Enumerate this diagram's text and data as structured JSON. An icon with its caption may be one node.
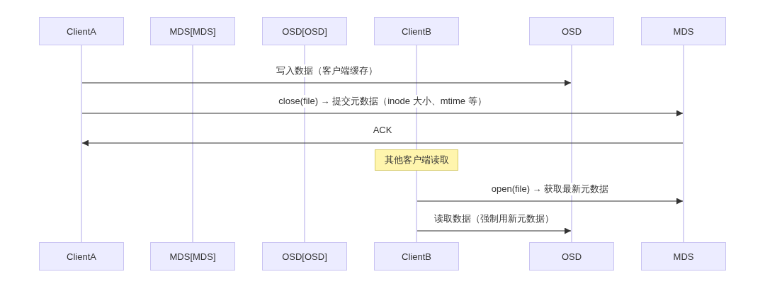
{
  "diagram": {
    "nodes": [
      {
        "text": [
          "ClientA"
        ]
      },
      {
        "text": [
          "MDS[MDS]"
        ]
      },
      {
        "text": [
          "OSD[OSD]"
        ]
      },
      {
        "text": [
          "ClientB"
        ]
      },
      {
        "text": [
          "OSD"
        ]
      },
      {
        "text": [
          "MDS"
        ]
      },
      {
        "text": [
          "ClientA"
        ]
      },
      {
        "text": [
          "MDS[MDS]"
        ]
      },
      {
        "text": [
          "OSD[OSD]"
        ]
      },
      {
        "text": [
          "ClientB"
        ]
      },
      {
        "text": [
          "OSD"
        ]
      },
      {
        "text": [
          "MDS"
        ]
      },
      {
        "text": [],
        "shape": "bar"
      },
      {
        "text": [],
        "shape": "bar"
      },
      {
        "text": [],
        "shape": "bar"
      },
      {
        "text": [],
        "shape": "bar"
      },
      {
        "text": [],
        "shape": "bar"
      },
      {
        "text": [],
        "shape": "bar"
      },
      {
        "text": [
          "其他客户端读取"
        ]
      },
      {
        "text": [],
        "shape": "bar"
      }
    ],
    "edges": [
      {
        "from": 12,
        "to": 16,
        "arrow": "to",
        "label": "写入数据（客户端缓存）"
      },
      {
        "from": 12,
        "to": 17,
        "arrow": "to",
        "label": "close(file) → 提交元数据（inode 大小、mtime 等）"
      },
      {
        "from": 17,
        "to": 12,
        "arrow": "to",
        "label": "ACK"
      },
      {
        "from": 15,
        "to": 17,
        "arrow": "to",
        "label": "open(file) → 获取最新元数据"
      },
      {
        "from": 15,
        "to": 16,
        "arrow": "to",
        "label": "读取数据（强制用新元数据）"
      }
    ]
  }
}
